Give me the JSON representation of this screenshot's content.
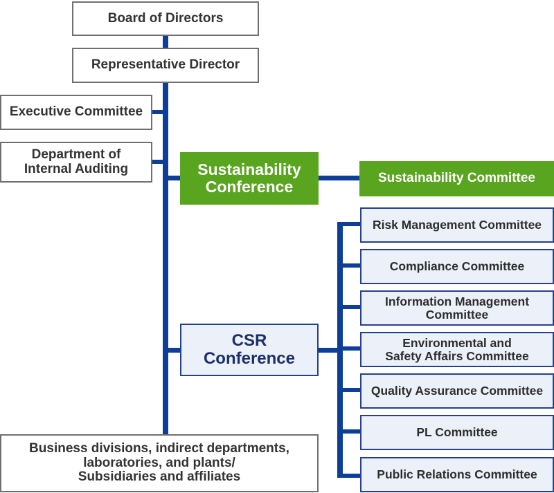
{
  "org_chart": {
    "board": "Board of Directors",
    "representative_director": "Representative Director",
    "executive_committee": "Executive Committee",
    "internal_auditing": "Department of\nInternal Auditing",
    "sustainability_conference": "Sustainability\nConference",
    "sustainability_committee": "Sustainability Committee",
    "csr_conference": "CSR\nConference",
    "csr_committees": [
      "Risk Management Committee",
      "Compliance Committee",
      "Information Management\nCommittee",
      "Environmental and\nSafety Affairs Committee",
      "Quality Assurance Committee",
      "PL Committee",
      "Public Relations Committee"
    ],
    "business_units": "Business divisions, indirect departments,\nlaboratories, and plants/\nSubsidiaries and affiliates"
  },
  "colors": {
    "connector": "#0d3e99",
    "sustainability_green": "#5aa51f",
    "csr_box_fill": "#ecf0f8",
    "csr_box_border": "#243f8c",
    "white_box_border": "#6f6f6f"
  }
}
